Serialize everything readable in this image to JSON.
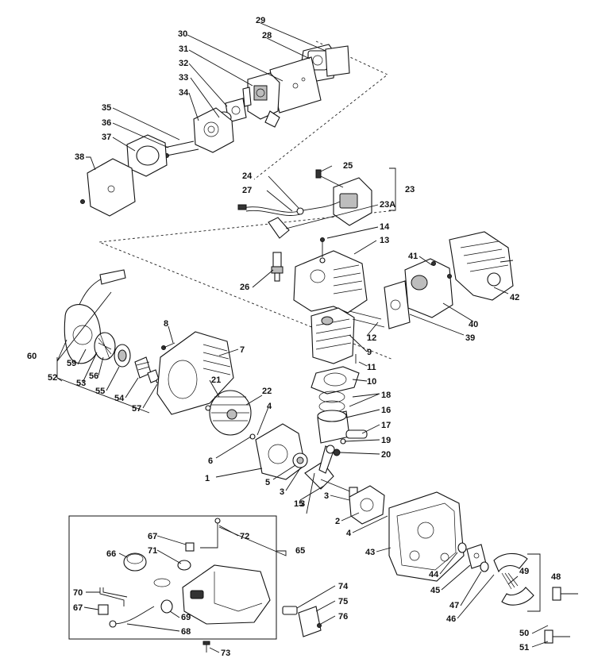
{
  "labels": {
    "p1": "1",
    "p2": "2",
    "p3a": "3",
    "p3b": "3",
    "p3c": "3",
    "p4a": "4",
    "p4b": "4",
    "p5": "5",
    "p6": "6",
    "p7": "7",
    "p8": "8",
    "p9": "9",
    "p10": "10",
    "p11": "11",
    "p12": "12",
    "p13": "13",
    "p14": "14",
    "p15": "15",
    "p16": "16",
    "p17": "17",
    "p18": "18",
    "p19": "19",
    "p20": "20",
    "p21": "21",
    "p22": "22",
    "p23": "23",
    "p23a": "23A",
    "p24": "24",
    "p25": "25",
    "p26": "26",
    "p27": "27",
    "p28": "28",
    "p29": "29",
    "p30": "30",
    "p31": "31",
    "p32": "32",
    "p33": "33",
    "p34": "34",
    "p35": "35",
    "p36": "36",
    "p37": "37",
    "p38": "38",
    "p39": "39",
    "p40": "40",
    "p41": "41",
    "p42": "42",
    "p43": "43",
    "p44": "44",
    "p45": "45",
    "p46": "46",
    "p47": "47",
    "p48": "48",
    "p49": "49",
    "p50": "50",
    "p51": "51",
    "p52": "52",
    "p53": "53",
    "p54": "54",
    "p55": "55",
    "p56": "56",
    "p57": "57",
    "p59": "59",
    "p60": "60",
    "p65": "65",
    "p66": "66",
    "p67a": "67",
    "p67b": "67",
    "p68": "68",
    "p69": "69",
    "p70": "70",
    "p71": "71",
    "p72": "72",
    "p73": "73",
    "p74": "74",
    "p75": "75",
    "p76": "76"
  }
}
